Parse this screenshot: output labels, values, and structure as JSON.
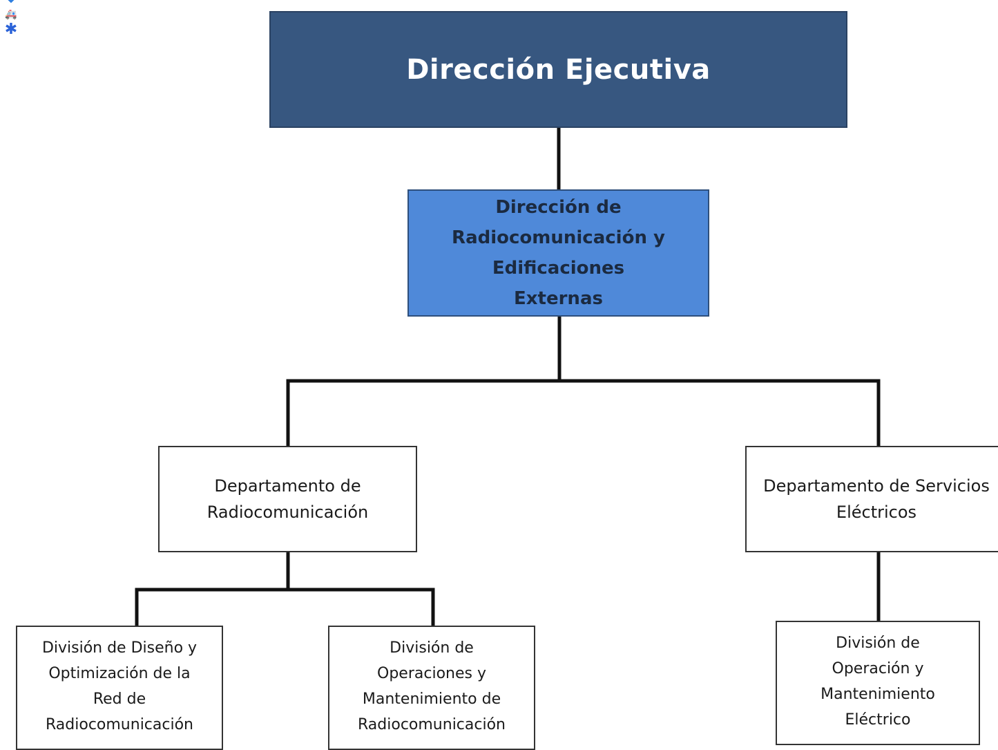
{
  "corner_icons": [
    {
      "name": "shield-icon",
      "glyph": "⛊",
      "color": "#2f7fe0"
    },
    {
      "name": "ambulance-icon",
      "glyph": "🚑",
      "color": "#d22a2a"
    },
    {
      "name": "star-of-life-icon",
      "glyph": "✱",
      "color": "#2a62d8"
    }
  ],
  "org_chart": {
    "executive": "Dirección Ejecutiva",
    "directorate": "Dirección de\nRadiocomunicación  y\nEdificaciones\nExternas",
    "departments": {
      "radio": "Departamento de\nRadiocomunicación",
      "electrical": "Departamento de Servicios\nEléctricos"
    },
    "divisions": {
      "design": "División de Diseño y\nOptimización de la\nRed de\nRadiocomunicación",
      "radio_ops": "División de\nOperaciones y\nMantenimiento de\nRadiocomunicación",
      "electrical_ops": "División de\nOperación y\nMantenimiento\nEléctrico"
    }
  },
  "colors": {
    "executive_fill": "#375780",
    "directorate_fill": "#4f89d9",
    "unit_fill": "#ffffff",
    "connector": "#111111"
  }
}
